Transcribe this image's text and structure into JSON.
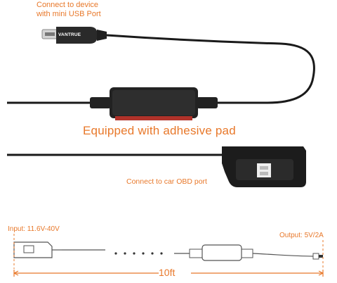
{
  "labels": {
    "usb_line1": "Connect to device",
    "usb_line2": "with mini USB Port",
    "adhesive": "Equipped with adhesive pad",
    "obd": "Connect to car OBD port",
    "input": "Input: 11.6V-40V",
    "output": "Output: 5V/2A",
    "length": "10ft"
  },
  "brand": "VANTRUE",
  "colors": {
    "accent": "#e8782a",
    "cable": "#1a1a1a",
    "connector": "#2a2a2a",
    "adhesive_pad": "#b0322a",
    "outline": "#555555"
  },
  "dots": "· · · · · ·"
}
